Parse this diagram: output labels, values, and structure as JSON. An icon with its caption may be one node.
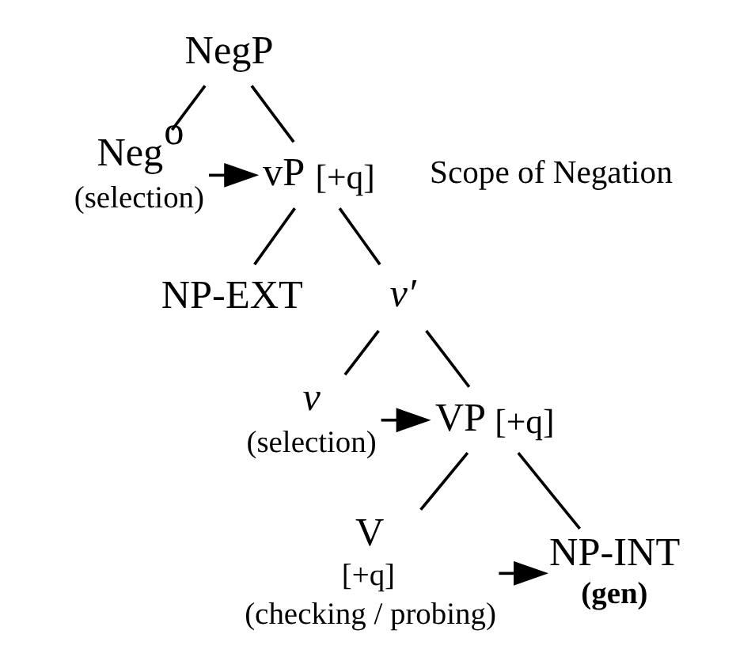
{
  "diagram": {
    "nodes": [
      {
        "text": [
          "NegP"
        ]
      },
      {
        "text": [
          "Neg$^{o}$",
          "(selection)"
        ]
      },
      {
        "text": [
          "vP"
        ],
        "beside": [
          "[+q]"
        ]
      },
      {
        "text": [
          "NP-EXT"
        ]
      },
      {
        "text": [
          "v′"
        ]
      },
      {
        "text": [
          "v",
          "(selection)"
        ]
      },
      {
        "text": [
          "VP"
        ],
        "beside": [
          "[+q]"
        ]
      },
      {
        "text": [
          "V",
          "[+q]",
          "(checking / probing)"
        ]
      },
      {
        "text": [
          "NP-INT",
          "(gen)"
        ]
      }
    ],
    "edges": [
      {
        "from": 0,
        "to": 1,
        "arrow": "none"
      },
      {
        "from": 0,
        "to": 2,
        "arrow": "none"
      },
      {
        "from": 1,
        "to": 2,
        "arrow": "to"
      },
      {
        "from": 2,
        "to": 3,
        "arrow": "none"
      },
      {
        "from": 2,
        "to": 4,
        "arrow": "none"
      },
      {
        "from": 4,
        "to": 5,
        "arrow": "none"
      },
      {
        "from": 4,
        "to": 6,
        "arrow": "none"
      },
      {
        "from": 5,
        "to": 6,
        "arrow": "to"
      },
      {
        "from": 6,
        "to": 7,
        "arrow": "none"
      },
      {
        "from": 6,
        "to": 8,
        "arrow": "none"
      },
      {
        "from": 7,
        "to": 8,
        "arrow": "to"
      }
    ],
    "labels": [
      "Scope of Negation"
    ]
  }
}
